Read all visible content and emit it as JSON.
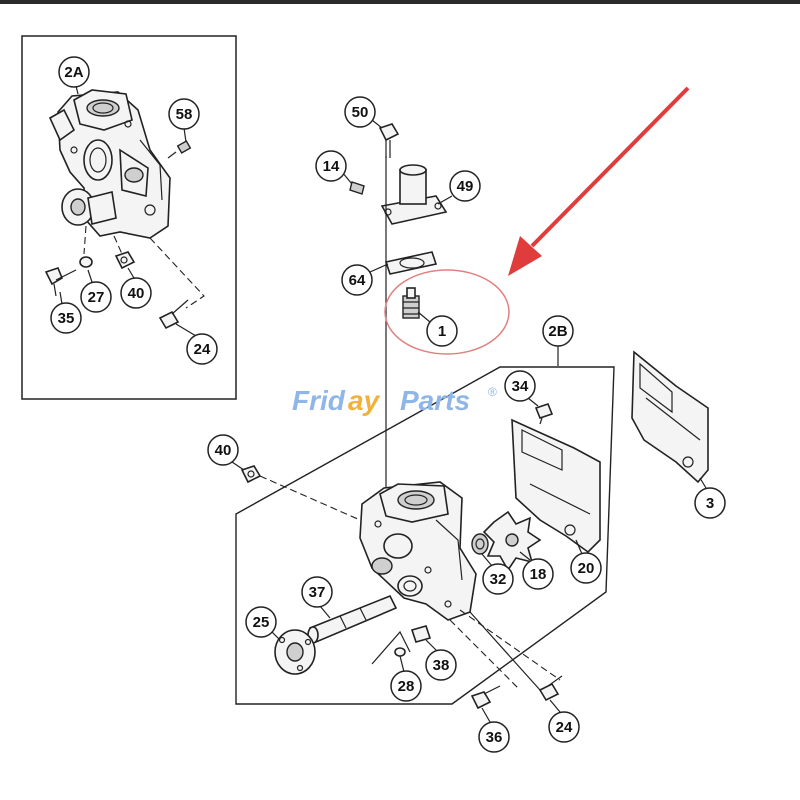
{
  "watermark": {
    "part1": "Frid",
    "part2": "ay",
    "part3": "Parts",
    "mark": "®",
    "color_main": "#8fb6e6",
    "color_accent": "#f0b23c"
  },
  "highlight": {
    "color": "#e03c3c"
  },
  "callouts": {
    "c2a": "2A",
    "c58": "58",
    "c35": "35",
    "c27": "27",
    "c40a": "40",
    "c24a": "24",
    "c50": "50",
    "c14": "14",
    "c49": "49",
    "c64": "64",
    "c1": "1",
    "c2b": "2B",
    "c34": "34",
    "c3": "3",
    "c40b": "40",
    "c37": "37",
    "c25": "25",
    "c28": "28",
    "c38": "38",
    "c32": "32",
    "c18": "18",
    "c20": "20",
    "c36": "36",
    "c24b": "24"
  }
}
